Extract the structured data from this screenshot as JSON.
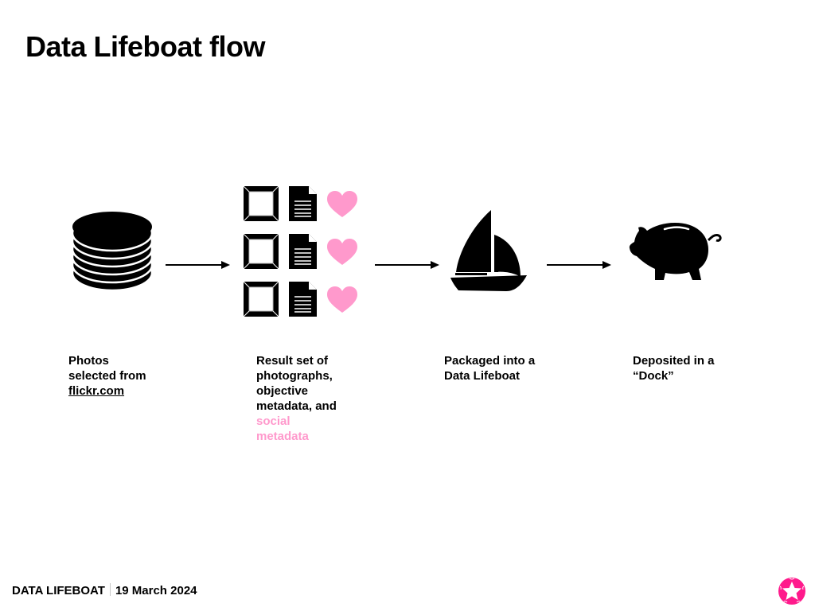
{
  "slide": {
    "title": "Data Lifeboat flow"
  },
  "steps": [
    {
      "icon": "database-icon",
      "caption_lines": [
        "Photos",
        "selected from"
      ],
      "link_text": "flickr.com"
    },
    {
      "icon": "result-set-icon",
      "caption_lines": [
        "Result set of",
        "photographs,",
        "objective",
        "metadata, and"
      ],
      "highlight_lines": [
        "social",
        "metadata"
      ]
    },
    {
      "icon": "sailboat-icon",
      "caption_lines": [
        "Packaged into a",
        "Data Lifeboat"
      ]
    },
    {
      "icon": "piggy-bank-icon",
      "caption_lines": [
        "Deposited in a",
        "“Dock”"
      ]
    }
  ],
  "result_set": {
    "rows": 3,
    "items": [
      "photo-frame-icon",
      "document-icon",
      "heart-icon"
    ]
  },
  "colors": {
    "accent_pink": "#ff99cc",
    "logo_pink": "#ff1a8c",
    "ink": "#000000"
  },
  "footer": {
    "brand": "DATA LIFEBOAT",
    "date": "19 March 2024"
  }
}
